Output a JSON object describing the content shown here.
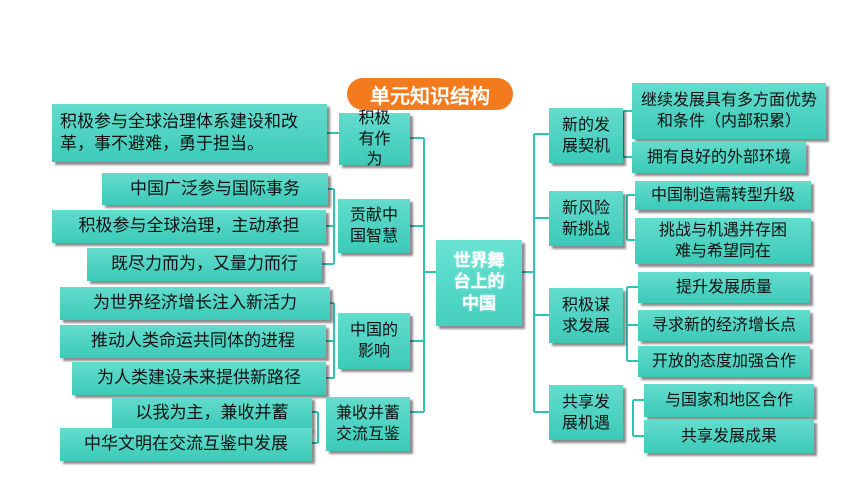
{
  "title": "单元知识结构",
  "center": "世界舞台上的中国",
  "left": [
    {
      "label": "积极有作为",
      "items": [
        "积极参与全球治理体系建设和改革，事不避难，勇于担当。"
      ]
    },
    {
      "label": "贡献中国智慧",
      "items": [
        "中国广泛参与国际事务",
        "积极参与全球治理，主动承担",
        "既尽力而为，又量力而行"
      ]
    },
    {
      "label": "中国的影响",
      "items": [
        "为世界经济增长注入新活力",
        "推动人类命运共同体的进程",
        "为人类建设未来提供新路径"
      ]
    },
    {
      "label": "兼收并蓄交流互鉴",
      "items": [
        "以我为主，兼收并蓄",
        "中华文明在交流互鉴中发展"
      ]
    }
  ],
  "right": [
    {
      "label": "新的发展契机",
      "items": [
        "继续发展具有多方面优势和条件（内部积累）",
        "拥有良好的外部环境"
      ]
    },
    {
      "label": "新风险新挑战",
      "items": [
        "中国制造需转型升级",
        "挑战与机遇并存困难与希望同在"
      ]
    },
    {
      "label": "积极谋求发展",
      "items": [
        "提升发展质量",
        "寻求新的经济增长点",
        "开放的态度加强合作"
      ]
    },
    {
      "label": "共享发展机遇",
      "items": [
        "与国家和地区合作",
        "共享发展成果"
      ]
    }
  ],
  "colors": {
    "box": "#4fd6c4",
    "line": "#2ec4b0",
    "title_bg": "#f47a1e"
  }
}
